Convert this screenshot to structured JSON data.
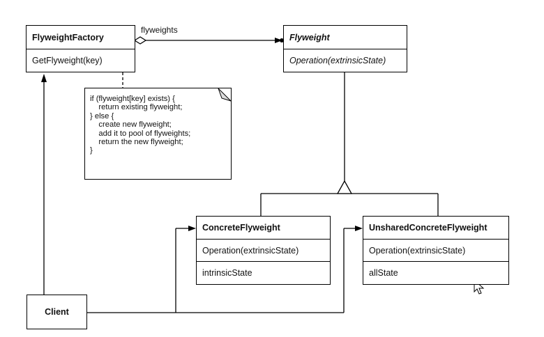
{
  "classes": {
    "flyweight_factory": {
      "name": "FlyweightFactory",
      "method": "GetFlyweight(key)"
    },
    "flyweight": {
      "name": "Flyweight",
      "method": "Operation(extrinsicState)"
    },
    "concrete_flyweight": {
      "name": "ConcreteFlyweight",
      "method": "Operation(extrinsicState)",
      "attribute": "intrinsicState"
    },
    "unshared_concrete_flyweight": {
      "name": "UnsharedConcreteFlyweight",
      "method": "Operation(extrinsicState)",
      "attribute": "allState"
    },
    "client": {
      "name": "Client"
    }
  },
  "association_label": "flyweights",
  "note_lines": [
    "if (flyweight[key] exists) {",
    "    return existing flyweight;",
    "",
    "} else {",
    "    create new flyweight;",
    "    add it to pool of flyweights;",
    "    return the new flyweight;",
    "}"
  ]
}
